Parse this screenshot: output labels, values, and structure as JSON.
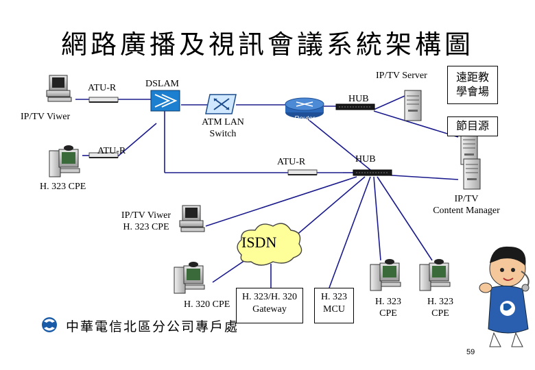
{
  "title": "網路廣播及視訊會議系統架構圖",
  "labels": {
    "atu_r_top": "ATU-R",
    "dslam": "DSLAM",
    "ip_tv_server": "IP/TV Server",
    "hub_top": "HUB",
    "ip_tv_viewer": "IP/TV Viwer",
    "atm_lan_switch_1": "ATM LAN",
    "atm_lan_switch_2": "Switch",
    "atu_r_left": "ATU-R",
    "atu_r_mid": "ATU-R",
    "hub_mid": "HUB",
    "h323_cpe_left": "H. 323 CPE",
    "ip_tv_content_1": "IP/TV",
    "ip_tv_content_2": "Content Manager",
    "viewer_h323_1": "IP/TV Viwer",
    "viewer_h323_2": "H. 323 CPE",
    "isdn": "ISDN",
    "h320_cpe": "H. 320 CPE",
    "h323_cpe_a_1": "H. 323",
    "h323_cpe_a_2": "CPE",
    "h323_cpe_b_1": "H. 323",
    "h323_cpe_b_2": "CPE",
    "router_text": "Router"
  },
  "boxes": {
    "remote_venue": "遠距教學會場",
    "program_source": "節目源",
    "gateway_1": "H. 323/H. 320",
    "gateway_2": "Gateway",
    "mcu_1": "H. 323",
    "mcu_2": "MCU"
  },
  "company": "中華電信北區分公司專戶處",
  "page_number": "59",
  "colors": {
    "line": "#1a1a8c",
    "isdn_cloud": "#ffff99",
    "dslam_blue": "#1c7fd0",
    "router_blue": "#2a67b8",
    "logo_blue": "#1a5ba8"
  }
}
